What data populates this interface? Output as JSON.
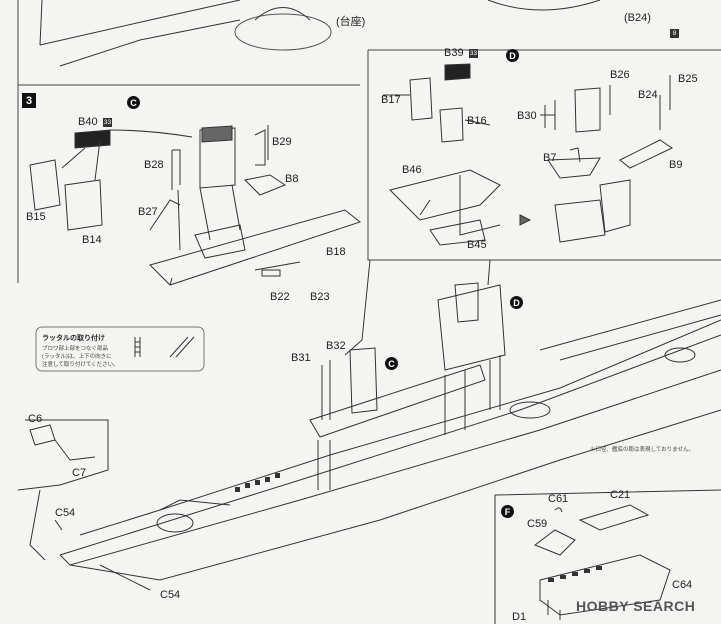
{
  "top": {
    "base_label": "(台座)",
    "b24_ref": "(B24)",
    "b24_ref_num": "8"
  },
  "step": {
    "number": "3"
  },
  "sub_c": {
    "mark": "C",
    "parts": [
      "B40",
      "B15",
      "B14",
      "B28",
      "B29",
      "B27",
      "B8",
      "B18",
      "B22",
      "B23"
    ],
    "b40_num": "33"
  },
  "sub_d": {
    "mark": "D",
    "parts": [
      "B39",
      "B17",
      "B16",
      "B26",
      "B25",
      "B30",
      "B24",
      "B7",
      "B9",
      "B46",
      "B45"
    ],
    "b39_num": "33"
  },
  "assembly": {
    "parts": [
      "B31",
      "B32",
      "C6",
      "C7",
      "C54",
      "C54"
    ],
    "mark_c": "C",
    "mark_d": "D"
  },
  "sub_f": {
    "mark": "F",
    "parts": [
      "C61",
      "C21",
      "C59",
      "C64",
      "D1"
    ]
  },
  "ladder_note": {
    "title": "ラッタルの取り付け",
    "line1": "ブロワ部上部をつなぐ部品",
    "line2": "(ラッタル)は、上下の向きに",
    "line3": "注意して取り付けてください。"
  },
  "right_note": "※口径、艦底の彫は表現しておりません。",
  "watermark": {
    "text": "HOBBY SEARCH"
  }
}
